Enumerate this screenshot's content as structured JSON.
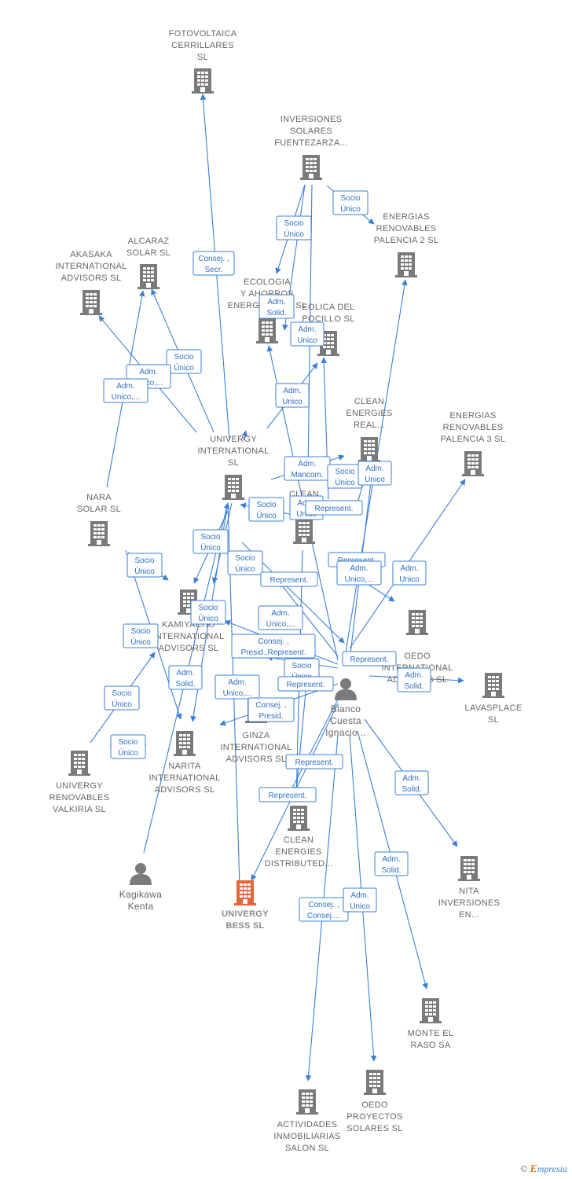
{
  "colors": {
    "edge": "#3b7fd6",
    "building": "#7a7a7a",
    "building_main": "#e8643a",
    "person": "#7a7a7a"
  },
  "nodes": [
    {
      "id": "fotovoltaica",
      "type": "company",
      "lines": [
        "FOTOVOLTAICA",
        "CERRILLARES",
        "SL"
      ]
    },
    {
      "id": "inv_solares",
      "type": "company",
      "lines": [
        "INVERSIONES",
        "SOLARES",
        "FUENTEZARZA..."
      ]
    },
    {
      "id": "energias2",
      "type": "company",
      "lines": [
        "ENERGIAS",
        "RENOVABLES",
        "PALENCIA 2 SL"
      ]
    },
    {
      "id": "alcaraz",
      "type": "company",
      "lines": [
        "ALCARAZ",
        "SOLAR SL"
      ]
    },
    {
      "id": "akasaka",
      "type": "company",
      "lines": [
        "AKASAKA",
        "INTERNATIONAL",
        "ADVISORS  SL"
      ]
    },
    {
      "id": "ecologia",
      "type": "company",
      "lines": [
        "ECOLOGIA",
        "Y AHORROS",
        "ENERGETICOS SL"
      ]
    },
    {
      "id": "eolica",
      "type": "company",
      "lines": [
        "EOLICA DEL",
        "POCILLO SL"
      ]
    },
    {
      "id": "clean_real",
      "type": "company",
      "lines": [
        "CLEAN",
        "ENERGIES",
        "REAL..."
      ]
    },
    {
      "id": "energias3",
      "type": "company",
      "lines": [
        "ENERGIAS",
        "RENOVABLES",
        "PALENCIA 3 SL"
      ]
    },
    {
      "id": "univergy_int",
      "type": "company",
      "lines": [
        "UNIVERGY",
        "INTERNATIONAL",
        "SL"
      ]
    },
    {
      "id": "clean_mid",
      "type": "company",
      "lines": [
        "CLEAN",
        "ENE..."
      ]
    },
    {
      "id": "nara",
      "type": "company",
      "lines": [
        "NARA",
        "SOLAR  SL"
      ]
    },
    {
      "id": "kamiya",
      "type": "company",
      "lines": [
        "KAMIYACHO",
        "INTERNATIONAL",
        "ADVISORS  SL"
      ]
    },
    {
      "id": "oedo_int",
      "type": "company",
      "lines": [
        "OEDO",
        "INTERNATIONAL",
        "ADVISORS  SL"
      ]
    },
    {
      "id": "lavasplace",
      "type": "company",
      "lines": [
        "LAVASPLACE",
        "SL"
      ]
    },
    {
      "id": "ginza",
      "type": "company",
      "lines": [
        "GINZA",
        "INTERNATIONAL",
        "ADVISORS  SL"
      ]
    },
    {
      "id": "narita",
      "type": "company",
      "lines": [
        "NARITA",
        "INTERNATIONAL",
        "ADVISORS  SL"
      ]
    },
    {
      "id": "valkiria",
      "type": "company",
      "lines": [
        "UNIVERGY",
        "RENOVABLES",
        "VALKIRIA  SL"
      ]
    },
    {
      "id": "clean_dist",
      "type": "company",
      "lines": [
        "CLEAN",
        "ENERGIES",
        "DISTRIBUTED..."
      ]
    },
    {
      "id": "nita",
      "type": "company",
      "lines": [
        "NITA",
        "INVERSIONES",
        "EN..."
      ]
    },
    {
      "id": "bess",
      "type": "main",
      "lines": [
        "UNIVERGY",
        "BESS  SL"
      ]
    },
    {
      "id": "monte",
      "type": "company",
      "lines": [
        "MONTE EL",
        "RASO SA"
      ]
    },
    {
      "id": "oedo_proy",
      "type": "company",
      "lines": [
        "OEDO",
        "PROYECTOS",
        "SOLARES  SL"
      ]
    },
    {
      "id": "actividades",
      "type": "company",
      "lines": [
        "ACTIVIDADES",
        "INMOBILIARIAS",
        "SALON SL"
      ]
    },
    {
      "id": "kagikawa",
      "type": "person",
      "lines": [
        "Kagikawa",
        "Kenta"
      ]
    },
    {
      "id": "blanco",
      "type": "person",
      "lines": [
        "Blanco",
        "Cuesta",
        "Ignacio..."
      ]
    }
  ],
  "edge_labels": [
    {
      "lines": [
        "Consej. ,",
        "Secr."
      ]
    },
    {
      "lines": [
        "Socio",
        "Único"
      ]
    },
    {
      "lines": [
        "Socio",
        "Único"
      ]
    },
    {
      "lines": [
        "Adm.",
        "Solid."
      ]
    },
    {
      "lines": [
        "Adm.",
        "Unico"
      ]
    },
    {
      "lines": [
        "Socio",
        "Único"
      ]
    },
    {
      "lines": [
        "Adm.",
        "Unico,..."
      ]
    },
    {
      "lines": [
        "Adm.",
        "Unico,..."
      ]
    },
    {
      "lines": [
        "Adm.",
        "Unico"
      ]
    },
    {
      "lines": [
        "Adm.",
        "Mancom."
      ]
    },
    {
      "lines": [
        "Socio",
        "Único"
      ]
    },
    {
      "lines": [
        "Adm.",
        "Unico"
      ]
    },
    {
      "lines": [
        "Socio",
        "Único"
      ]
    },
    {
      "lines": [
        "Adm.",
        "Unico"
      ]
    },
    {
      "lines": [
        "Represent."
      ]
    },
    {
      "lines": [
        "Socio",
        "Único"
      ]
    },
    {
      "lines": [
        "Socio",
        "Único"
      ]
    },
    {
      "lines": [
        "Socio",
        "Único"
      ]
    },
    {
      "lines": [
        "Represent."
      ]
    },
    {
      "lines": [
        "Represent."
      ]
    },
    {
      "lines": [
        "Adm.",
        "Unico,..."
      ]
    },
    {
      "lines": [
        "Adm.",
        "Unico"
      ]
    },
    {
      "lines": [
        "Socio",
        "Único"
      ]
    },
    {
      "lines": [
        "Adm.",
        "Unico,..."
      ]
    },
    {
      "lines": [
        "Consej. ,",
        "Presid.,Represent."
      ]
    },
    {
      "lines": [
        "Socio",
        "Único"
      ]
    },
    {
      "lines": [
        "Represent."
      ]
    },
    {
      "lines": [
        "Socio",
        "Único"
      ]
    },
    {
      "lines": [
        "Adm.",
        "Solid."
      ]
    },
    {
      "lines": [
        "Adm.",
        "Unico,..."
      ]
    },
    {
      "lines": [
        "Represent."
      ]
    },
    {
      "lines": [
        "Adm.",
        "Solid."
      ]
    },
    {
      "lines": [
        "Consej. ,",
        "Presid."
      ]
    },
    {
      "lines": [
        "Socio",
        "Único"
      ]
    },
    {
      "lines": [
        "Socio",
        "Único"
      ]
    },
    {
      "lines": [
        "Represent."
      ]
    },
    {
      "lines": [
        "Represent."
      ]
    },
    {
      "lines": [
        "Adm.",
        "Solid."
      ]
    },
    {
      "lines": [
        "Adm.",
        "Solid."
      ]
    },
    {
      "lines": [
        "Consej. ,",
        "Consej...."
      ]
    },
    {
      "lines": [
        "Adm.",
        "Unico"
      ]
    }
  ],
  "footer": {
    "copyright": "©",
    "brand_initial": "E",
    "brand_rest": "mpresia"
  }
}
